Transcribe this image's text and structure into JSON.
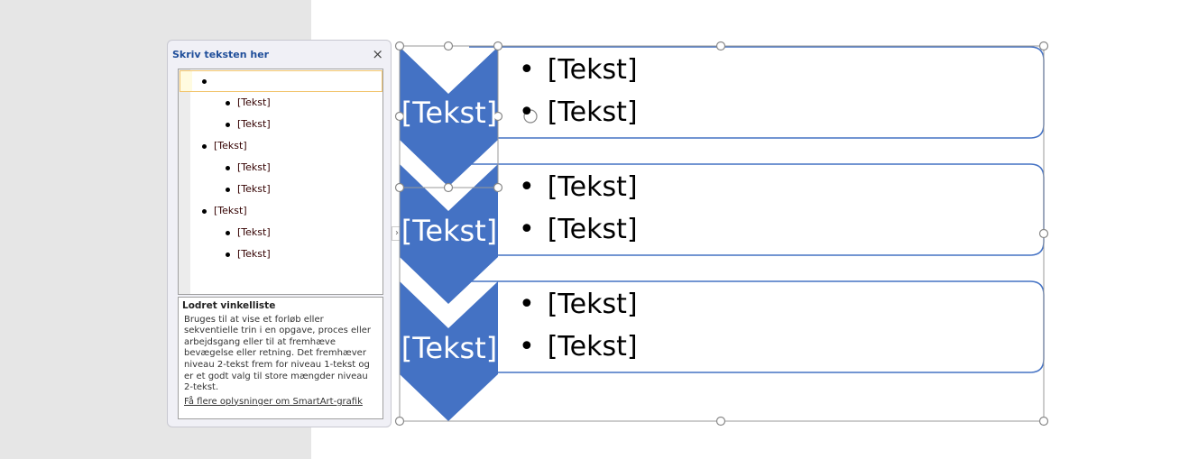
{
  "text_pane": {
    "title": "Skriv teksten her",
    "close": "×",
    "items": [
      {
        "level": 1,
        "text": ""
      },
      {
        "level": 2,
        "text": "[Tekst]"
      },
      {
        "level": 2,
        "text": "[Tekst]"
      },
      {
        "level": 1,
        "text": "[Tekst]"
      },
      {
        "level": 2,
        "text": "[Tekst]"
      },
      {
        "level": 2,
        "text": "[Tekst]"
      },
      {
        "level": 1,
        "text": "[Tekst]"
      },
      {
        "level": 2,
        "text": "[Tekst]"
      },
      {
        "level": 2,
        "text": "[Tekst]"
      }
    ],
    "desc_title": "Lodret vinkelliste",
    "desc_body": "Bruges til at vise et forløb eller sekventielle trin i en opgave, proces eller arbejdsgang eller til at fremhæve bevægelse eller retning. Det fremhæver niveau 2-tekst frem for niveau 1-tekst og er et godt valg til store mængder niveau 2-tekst.",
    "desc_link": "Få flere oplysninger om SmartArt-grafik",
    "expander": "›"
  },
  "diagram": {
    "accent": "#4472C4",
    "groups": [
      {
        "label": "[Tekst]",
        "bullets": [
          "[Tekst]",
          "[Tekst]"
        ]
      },
      {
        "label": "[Tekst]",
        "bullets": [
          "[Tekst]",
          "[Tekst]"
        ]
      },
      {
        "label": "[Tekst]",
        "bullets": [
          "[Tekst]",
          "[Tekst]"
        ]
      }
    ]
  }
}
